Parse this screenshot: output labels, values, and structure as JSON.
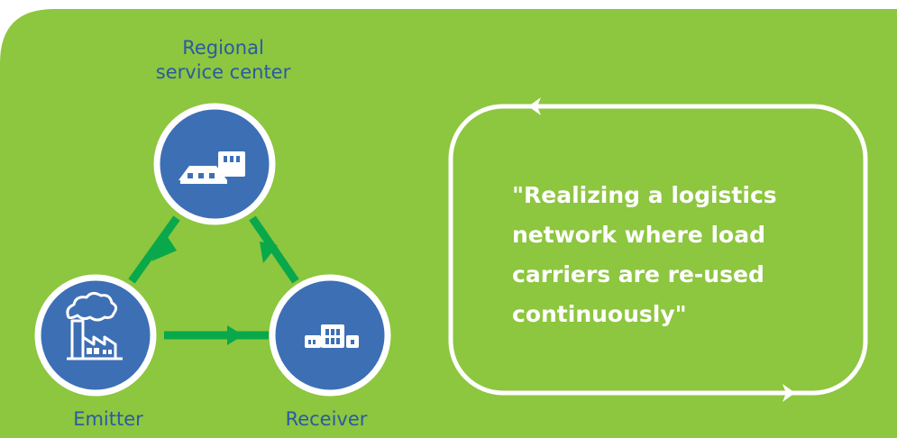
{
  "nodes": {
    "regional": "Regional\nservice center",
    "emitter": "Emitter",
    "receiver": "Receiver"
  },
  "quote": "\"Realizing a logistics\nnetwork where load\ncarriers are re-used\ncontinuously\"",
  "colors": {
    "background": "#8dc63f",
    "node_fill": "#3d6fb5",
    "node_ring": "#ffffff",
    "arrow": "#09a84b",
    "label": "#2a5aa3",
    "quote_text": "#ffffff"
  },
  "icons": {
    "regional": "warehouse-icon",
    "emitter": "factory-icon",
    "receiver": "building-icon"
  }
}
